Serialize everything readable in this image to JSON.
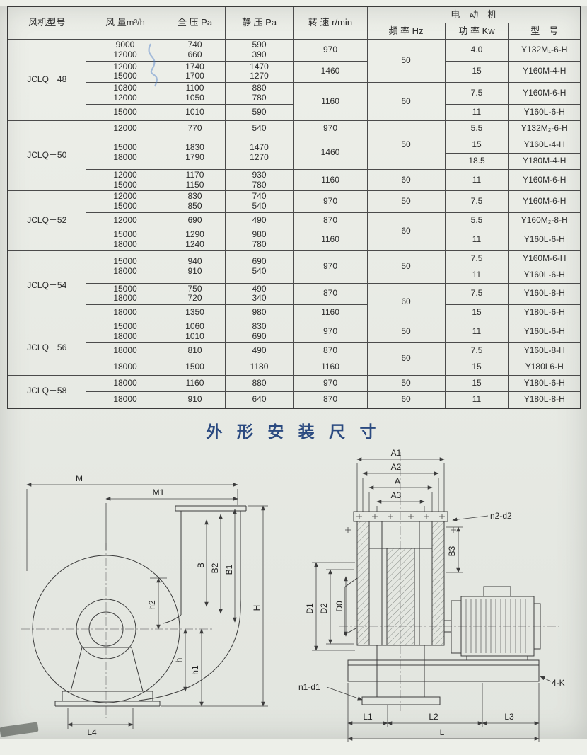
{
  "table": {
    "headers": {
      "model": "风机型号",
      "airflow": "风 量m³/h",
      "total_pressure": "全 压 Pa",
      "static_pressure": "静 压 Pa",
      "speed": "转 速 r/min",
      "motor_group": "电　动　机",
      "frequency": "频 率 Hz",
      "power": "功 率 Kw",
      "motor_model": "型　号"
    },
    "rows": [
      {
        "model": "JCLQ－48",
        "airflow": "9000\n12000",
        "total": "740\n660",
        "static": "590\n390",
        "speed": "970",
        "freq": "50",
        "power": "4.0",
        "motor": "Y132M₁-6-H"
      },
      {
        "airflow": "12000\n15000",
        "total": "1740\n1700",
        "static": "1470\n1270",
        "speed": "1460",
        "power": "15",
        "motor": "Y160M-4-H"
      },
      {
        "airflow": "10800\n12000",
        "total": "1100\n1050",
        "static": "880\n780",
        "speed": "1160",
        "freq": "60",
        "power": "7.5",
        "motor": "Y160M-6-H"
      },
      {
        "airflow": "15000",
        "total": "1010",
        "static": "590",
        "power": "11",
        "motor": "Y160L-6-H"
      },
      {
        "model": "JCLQ－50",
        "airflow": "12000",
        "total": "770",
        "static": "540",
        "speed": "970",
        "freq": "50",
        "power": "5.5",
        "motor": "Y132M₂-6-H"
      },
      {
        "airflow": "15000\n18000",
        "total": "1830\n1790",
        "static": "1470\n1270",
        "speed": "1460",
        "power": "15",
        "motor": "Y160L-4-H"
      },
      {
        "power": "18.5",
        "motor": "Y180M-4-H"
      },
      {
        "airflow": "12000\n15000",
        "total": "1170\n1150",
        "static": "930\n780",
        "speed": "1160",
        "freq": "60",
        "power": "11",
        "motor": "Y160M-6-H"
      },
      {
        "model": "JCLQ－52",
        "airflow": "12000\n15000",
        "total": "830\n850",
        "static": "740\n540",
        "speed": "970",
        "freq": "50",
        "power": "7.5",
        "motor": "Y160M-6-H"
      },
      {
        "airflow": "12000",
        "total": "690",
        "static": "490",
        "speed": "870",
        "freq": "60",
        "power": "5.5",
        "motor": "Y160M₂-8-H"
      },
      {
        "airflow": "15000\n18000",
        "total": "1290\n1240",
        "static": "980\n780",
        "speed": "1160",
        "power": "11",
        "motor": "Y160L-6-H"
      },
      {
        "model": "JCLQ－54",
        "airflow": "15000\n18000",
        "total": "940\n910",
        "static": "690\n540",
        "speed": "970",
        "freq": "50",
        "power": "7.5",
        "motor": "Y160M-6-H"
      },
      {
        "power": "11",
        "motor": "Y160L-6-H"
      },
      {
        "airflow": "15000\n18000",
        "total": "750\n720",
        "static": "490\n340",
        "speed": "870",
        "freq": "60",
        "power": "7.5",
        "motor": "Y160L-8-H"
      },
      {
        "airflow": "18000",
        "total": "1350",
        "static": "980",
        "speed": "1160",
        "power": "15",
        "motor": "Y180L-6-H"
      },
      {
        "model": "JCLQ－56",
        "airflow": "15000\n18000",
        "total": "1060\n1010",
        "static": "830\n690",
        "speed": "970",
        "freq": "50",
        "power": "11",
        "motor": "Y160L-6-H"
      },
      {
        "airflow": "18000",
        "total": "810",
        "static": "490",
        "speed": "870",
        "freq": "60",
        "power": "7.5",
        "motor": "Y160L-8-H"
      },
      {
        "airflow": "18000",
        "total": "1500",
        "static": "1180",
        "speed": "1160",
        "power": "15",
        "motor": "Y180L6-H"
      },
      {
        "model": "JCLQ－58",
        "airflow": "18000",
        "total": "1160",
        "static": "880",
        "speed": "970",
        "freq": "50",
        "power": "15",
        "motor": "Y180L-6-H"
      },
      {
        "airflow": "18000",
        "total": "910",
        "static": "640",
        "speed": "870",
        "freq": "60",
        "power": "11",
        "motor": "Y180L-8-H"
      }
    ]
  },
  "drawings": {
    "section_title": "外 形 安 装 尺 寸",
    "side_view": {
      "M": "M",
      "M1": "M1",
      "B": "B",
      "B2": "B2",
      "B1": "B1",
      "h2": "h2",
      "h": "h",
      "h1": "h1",
      "H": "H",
      "L4": "L4"
    },
    "front_view": {
      "A1": "A1",
      "A2": "A2",
      "A": "A",
      "A3": "A3",
      "n2_d2": "n2-d2",
      "B3": "B3",
      "D1": "D1",
      "D2": "D2",
      "D0": "D0",
      "n1_d1": "n1-d1",
      "L1": "L1",
      "L2": "L2",
      "L3": "L3",
      "L": "L",
      "K": "4-K"
    }
  }
}
